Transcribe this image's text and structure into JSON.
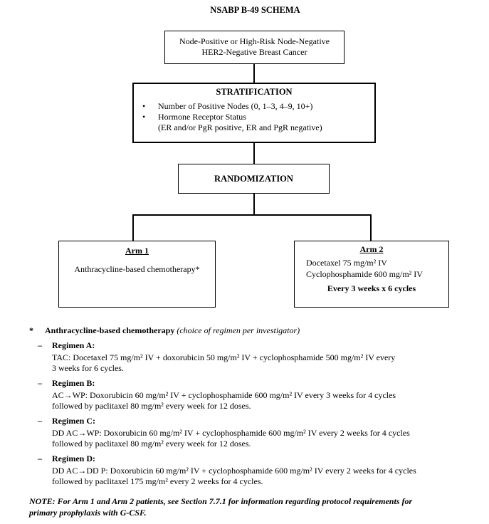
{
  "page": {
    "title": "NSABP B-49 SCHEMA"
  },
  "colors": {
    "text": "#000000",
    "border": "#000000",
    "background": "#ffffff"
  },
  "flowchart": {
    "eligibility_box": {
      "line1": "Node-Positive or High-Risk Node-Negative",
      "line2": "HER2-Negative Breast Cancer"
    },
    "stratification_box": {
      "heading": "STRATIFICATION",
      "bullet": "•",
      "bullets": [
        {
          "text": "Number of Positive Nodes (0, 1–3, 4–9, 10+)"
        },
        {
          "text": "Hormone Receptor Status\n(ER and/or PgR positive, ER and PgR negative)"
        }
      ]
    },
    "randomization_box": {
      "heading": "RANDOMIZATION"
    },
    "arm1_box": {
      "heading": "Arm 1",
      "body": "Anthracycline-based chemotherapy*"
    },
    "arm2_box": {
      "heading": "Arm 2",
      "drugs": [
        "Docetaxel 75 mg/m² IV",
        "Cyclophosphamide 600 mg/m² IV"
      ],
      "schedule": "Every 3 weeks x 6 cycles"
    }
  },
  "footnote": {
    "marker": "*",
    "title_bold": "Anthracycline-based chemotherapy",
    "title_italic": "(choice of regimen per investigator)",
    "regimens": [
      {
        "marker": "–",
        "label": "Regimen A:",
        "description": "TAC: Docetaxel 75 mg/m² IV + doxorubicin 50 mg/m² IV + cyclophosphamide 500 mg/m² IV every\n3 weeks for 6 cycles."
      },
      {
        "marker": "–",
        "label": "Regimen B:",
        "description": "AC→WP: Doxorubicin 60 mg/m² IV + cyclophosphamide 600 mg/m² IV every 3 weeks for 4 cycles\nfollowed by paclitaxel 80 mg/m² every week for 12 doses."
      },
      {
        "marker": "–",
        "label": "Regimen C:",
        "description": "DD AC→WP: Doxorubicin 60 mg/m² IV + cyclophosphamide 600 mg/m² IV every 2 weeks for 4 cycles\nfollowed by paclitaxel 80 mg/m² every week for 12 doses."
      },
      {
        "marker": "–",
        "label": "Regimen D:",
        "description": "DD AC→DD P: Doxorubicin 60 mg/m² IV + cyclophosphamide 600 mg/m² IV every 2 weeks for 4 cycles\nfollowed by paclitaxel 175 mg/m² every 2 weeks for 4 cycles."
      }
    ]
  },
  "note": {
    "text": "NOTE: For Arm 1 and Arm 2 patients, see Section 7.7.1 for information regarding protocol requirements for\nprimary prophylaxis with G-CSF."
  }
}
